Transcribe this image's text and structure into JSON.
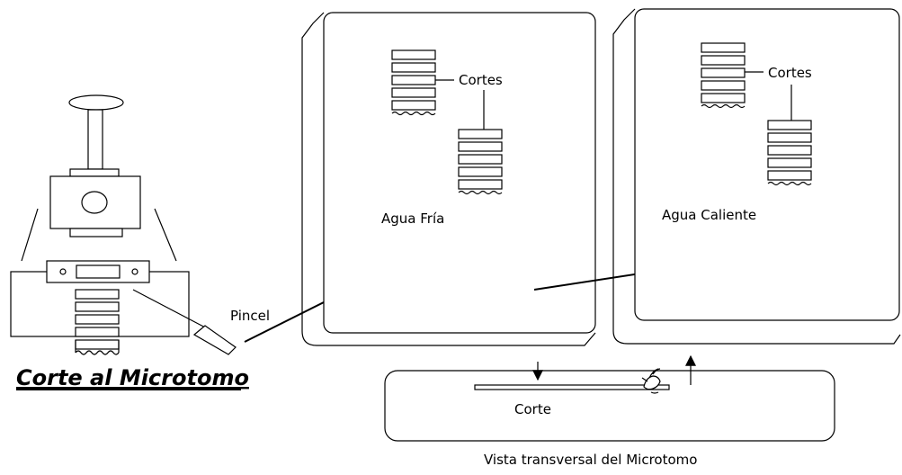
{
  "labels": {
    "microtome_title": "Corte al Microtomo",
    "pincel": "Pincel",
    "cortes_cold": "Cortes",
    "agua_fria": "Agua Fría",
    "cortes_hot": "Cortes",
    "agua_caliente": "Agua Caliente",
    "corte": "Corte",
    "vista": "Vista transversal del Microtomo"
  }
}
